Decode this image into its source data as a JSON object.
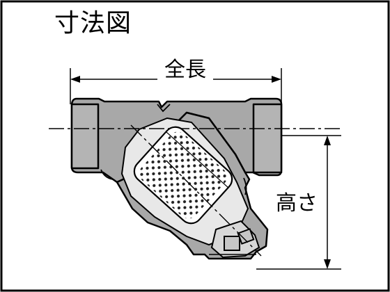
{
  "title": "寸法図",
  "dimensions": {
    "length_label": "全長",
    "height_label": "高さ"
  }
}
